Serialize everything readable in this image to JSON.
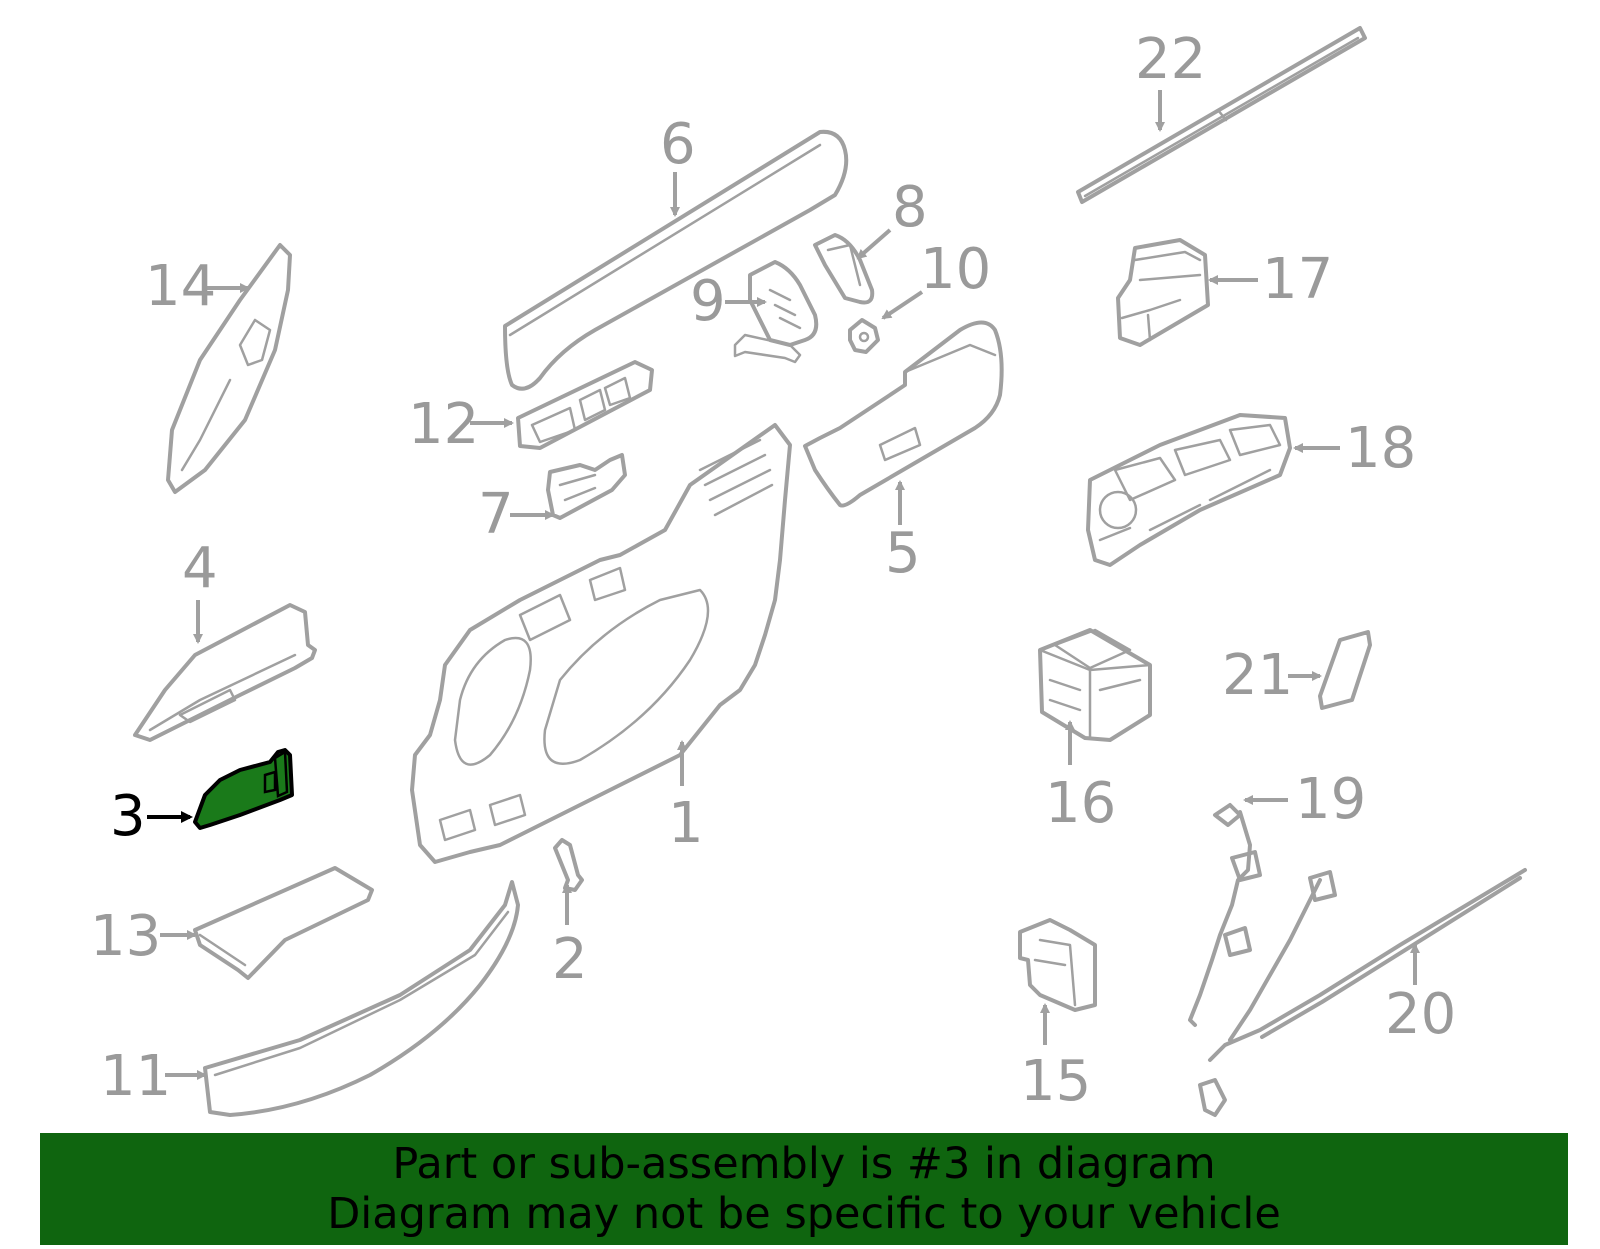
{
  "callouts": {
    "c1": "1",
    "c2": "2",
    "c3": "3",
    "c4": "4",
    "c5": "5",
    "c6": "6",
    "c7": "7",
    "c8": "8",
    "c9": "9",
    "c10": "10",
    "c11": "11",
    "c12": "12",
    "c13": "13",
    "c14": "14",
    "c15": "15",
    "c16": "16",
    "c17": "17",
    "c18": "18",
    "c19": "19",
    "c20": "20",
    "c21": "21",
    "c22": "22"
  },
  "highlighted_part": "3",
  "colors": {
    "banner_bg": "#0f650f",
    "highlight_fill": "#1a7a1a",
    "line_gray": "#a0a0a0",
    "text_black": "#000000"
  },
  "banner": {
    "line1": "Part or sub-assembly is #3 in diagram",
    "line2": "Diagram may not be specific to your vehicle"
  }
}
